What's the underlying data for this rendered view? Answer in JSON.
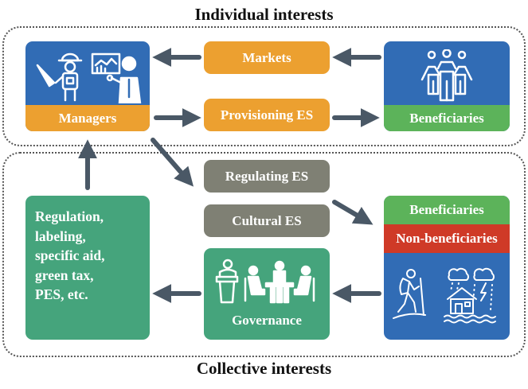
{
  "titles": {
    "top": "Individual interests",
    "bottom": "Collective interests"
  },
  "colors": {
    "orange": "#eca030",
    "blue": "#316cb5",
    "green": "#5cb35a",
    "teal": "#45a47c",
    "gray": "#7f8074",
    "red": "#cf3a27",
    "arrow": "#4a5866"
  },
  "individual": {
    "managers": {
      "label": "Managers",
      "icons": [
        "forester-chainsaw-icon",
        "analyst-presenting-chart-icon"
      ]
    },
    "markets": {
      "label": "Markets"
    },
    "provisioning": {
      "label": "Provisioning ES"
    },
    "beneficiaries": {
      "label": "Beneficiaries",
      "icons": [
        "group-of-people-icon"
      ]
    }
  },
  "collective": {
    "regulating": {
      "label": "Regulating ES"
    },
    "cultural": {
      "label": "Cultural ES"
    },
    "instruments": {
      "text": "Regulation,\nlabeling,\nspecific aid,\ngreen tax,\nPES, etc."
    },
    "governance": {
      "label": "Governance",
      "icons": [
        "speaker-podium-icon",
        "meeting-table-icon"
      ]
    },
    "stakeholders": {
      "beneficiaries_label": "Beneficiaries",
      "non_beneficiaries_label": "Non-beneficiaries",
      "icons": [
        "hiker-icon",
        "house-flood-storm-icon"
      ]
    }
  },
  "flows": [
    {
      "from": "Markets",
      "to": "Managers"
    },
    {
      "from": "Beneficiaries",
      "to": "Markets"
    },
    {
      "from": "Managers",
      "to": "Provisioning ES"
    },
    {
      "from": "Provisioning ES",
      "to": "Beneficiaries"
    },
    {
      "from": "Managers",
      "to": "Regulating ES"
    },
    {
      "from": "Cultural ES",
      "to": "Beneficiaries / Non-beneficiaries"
    },
    {
      "from": "Beneficiaries / Non-beneficiaries",
      "to": "Governance"
    },
    {
      "from": "Governance",
      "to": "Regulation, labeling, specific aid, green tax, PES, etc."
    },
    {
      "from": "Regulation, labeling, specific aid, green tax, PES, etc.",
      "to": "Managers"
    }
  ]
}
